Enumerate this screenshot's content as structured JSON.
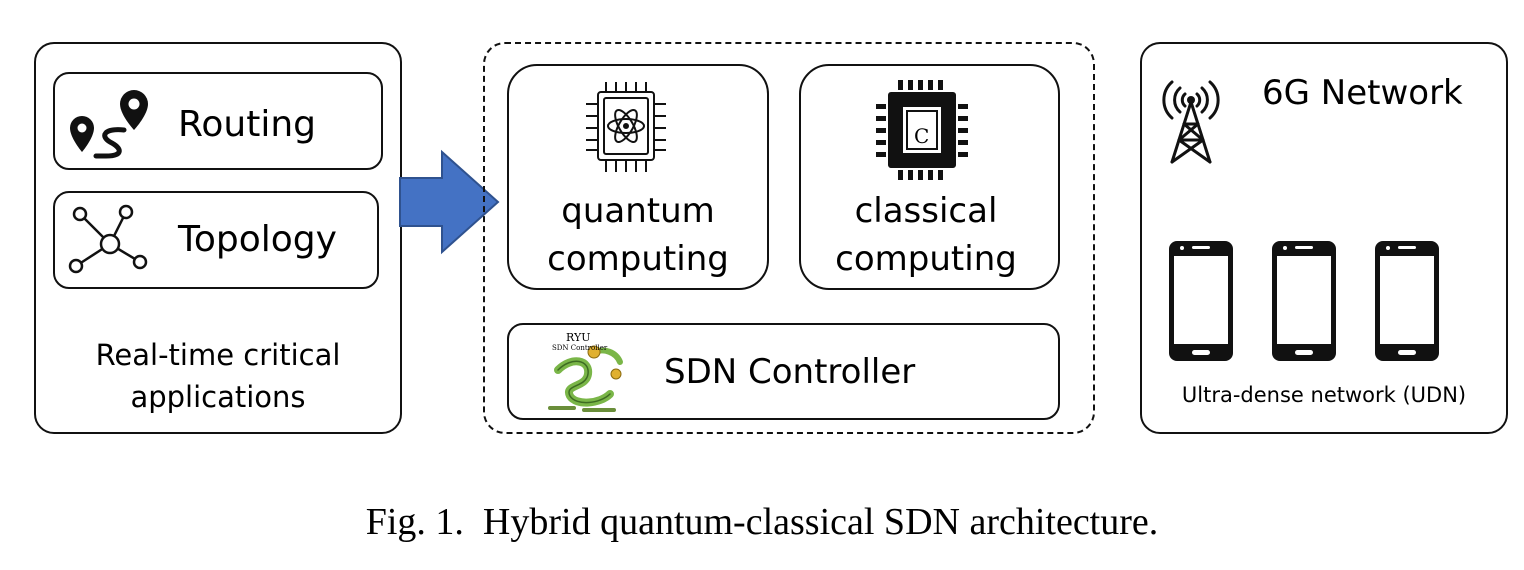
{
  "left_panel": {
    "routing_label": "Routing",
    "topology_label": "Topology",
    "caption_line1": "Real-time critical",
    "caption_line2": "applications"
  },
  "center_panel": {
    "quantum_line1": "quantum",
    "quantum_line2": "computing",
    "classical_line1": "classical",
    "classical_line2": "computing",
    "chip_letter": "C",
    "sdn_label": "SDN Controller",
    "ryu_logo_text": "RYU",
    "ryu_logo_sub": "SDN Controller"
  },
  "right_panel": {
    "title": "6G Network",
    "udn_label": "Ultra-dense network (UDN)"
  },
  "figure_caption": "Fig. 1.  Hybrid quantum-classical SDN architecture.",
  "colors": {
    "arrow": "#4472C4",
    "arrow_stroke": "#2F528F",
    "ryu_green": "#7AB648"
  }
}
